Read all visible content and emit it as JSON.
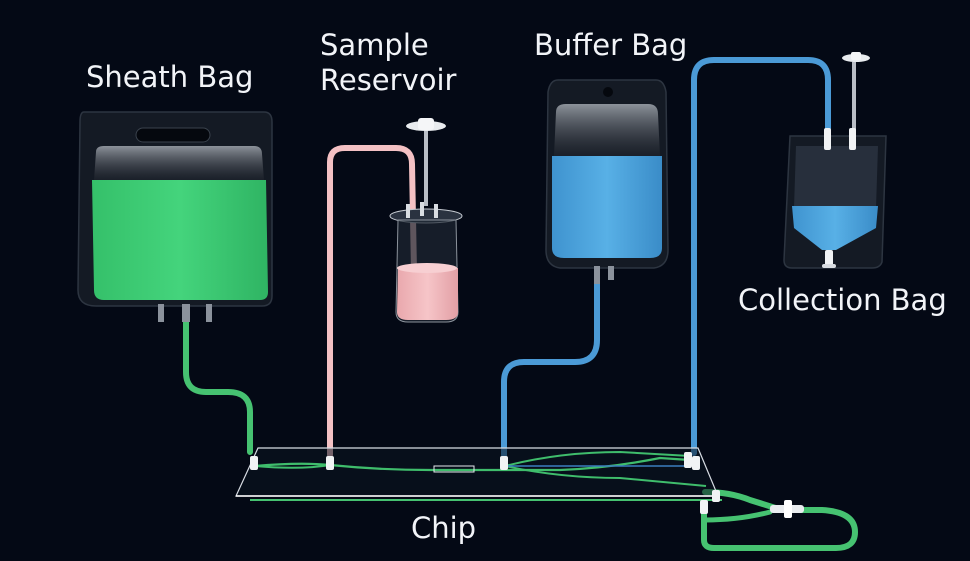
{
  "labels": {
    "sheath_bag": "Sheath Bag",
    "sample_reservoir_line1": "Sample",
    "sample_reservoir_line2": "Reservoir",
    "buffer_bag": "Buffer Bag",
    "collection_bag": "Collection Bag",
    "chip": "Chip"
  },
  "colors": {
    "background": "#040915",
    "sheath_fluid": "#3fcf78",
    "sample_fluid": "#f2b9bd",
    "buffer_fluid": "#4fa6dc",
    "tubing_green": "#46c271",
    "tubing_pink": "#f4c1c4",
    "tubing_blue": "#4b9ad6"
  }
}
